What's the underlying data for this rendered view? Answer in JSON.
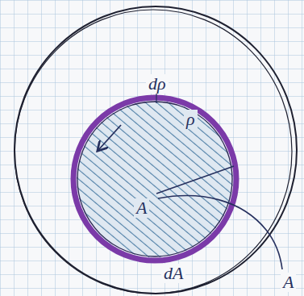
{
  "diagram": {
    "labels": [
      "dρ",
      "ρ",
      "A",
      "dA",
      "A"
    ]
  }
}
